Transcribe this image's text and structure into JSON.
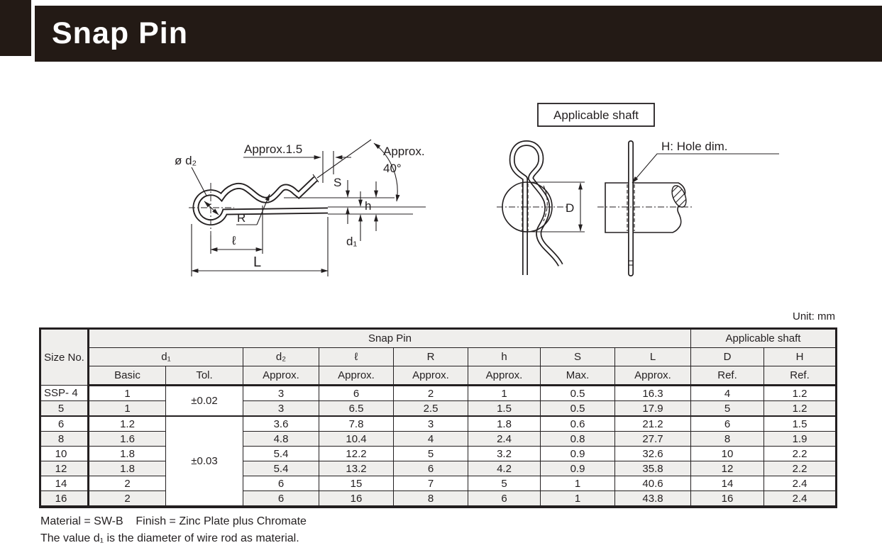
{
  "page": {
    "title": "Snap Pin",
    "unit_note": "Unit: mm"
  },
  "drawing": {
    "labels": {
      "d2_dia": "ø d₂",
      "approx_15": "Approx.1.5",
      "approx": "Approx.",
      "angle": "40°",
      "s_dim": "S",
      "h_dim": "h",
      "d1_dim": "d₁",
      "r_dim": "R",
      "ell_dim": "ℓ",
      "l_dim": "L",
      "applicable_shaft": "Applicable shaft",
      "d_shaft_dim": "D",
      "hole_note": "H: Hole dim."
    }
  },
  "table": {
    "header": {
      "size_no": "Size No.",
      "snap_pin_group": "Snap Pin",
      "applicable_shaft_group": "Applicable shaft",
      "symbols": {
        "d1": "d₁",
        "d2": "d₂",
        "ell": "ℓ",
        "r": "R",
        "h": "h",
        "s": "S",
        "l": "L",
        "d": "D",
        "hh": "H"
      },
      "qualifiers": {
        "basic": "Basic",
        "tol": "Tol.",
        "d2": "Approx.",
        "ell": "Approx.",
        "r": "Approx.",
        "h": "Approx.",
        "s": "Max.",
        "l": "Approx.",
        "d": "Ref.",
        "hh": "Ref."
      }
    },
    "size_prefix": "SSP-",
    "tolerance_groups": [
      {
        "label": "±0.02",
        "row_count": 2
      },
      {
        "label": "±0.03",
        "row_count": 6
      }
    ],
    "rows": [
      {
        "size": "4",
        "d1_basic": "1",
        "d2": "3",
        "ell": "6",
        "r": "2",
        "h": "1",
        "s": "0.5",
        "l": "16.3",
        "d": "4",
        "hh": "1.2"
      },
      {
        "size": "5",
        "d1_basic": "1",
        "d2": "3",
        "ell": "6.5",
        "r": "2.5",
        "h": "1.5",
        "s": "0.5",
        "l": "17.9",
        "d": "5",
        "hh": "1.2"
      },
      {
        "size": "6",
        "d1_basic": "1.2",
        "d2": "3.6",
        "ell": "7.8",
        "r": "3",
        "h": "1.8",
        "s": "0.6",
        "l": "21.2",
        "d": "6",
        "hh": "1.5"
      },
      {
        "size": "8",
        "d1_basic": "1.6",
        "d2": "4.8",
        "ell": "10.4",
        "r": "4",
        "h": "2.4",
        "s": "0.8",
        "l": "27.7",
        "d": "8",
        "hh": "1.9"
      },
      {
        "size": "10",
        "d1_basic": "1.8",
        "d2": "5.4",
        "ell": "12.2",
        "r": "5",
        "h": "3.2",
        "s": "0.9",
        "l": "32.6",
        "d": "10",
        "hh": "2.2"
      },
      {
        "size": "12",
        "d1_basic": "1.8",
        "d2": "5.4",
        "ell": "13.2",
        "r": "6",
        "h": "4.2",
        "s": "0.9",
        "l": "35.8",
        "d": "12",
        "hh": "2.2"
      },
      {
        "size": "14",
        "d1_basic": "2",
        "d2": "6",
        "ell": "15",
        "r": "7",
        "h": "5",
        "s": "1",
        "l": "40.6",
        "d": "14",
        "hh": "2.4"
      },
      {
        "size": "16",
        "d1_basic": "2",
        "d2": "6",
        "ell": "16",
        "r": "8",
        "h": "6",
        "s": "1",
        "l": "43.8",
        "d": "16",
        "hh": "2.4"
      }
    ]
  },
  "footer": {
    "line1": "Material = SW-B    Finish = Zinc Plate plus Chromate",
    "line2": "The value d₁ is the diameter of wire rod as material."
  },
  "colors": {
    "ink": "#231f20",
    "header_bar": "#231a15",
    "table_shade": "#efeeec"
  }
}
